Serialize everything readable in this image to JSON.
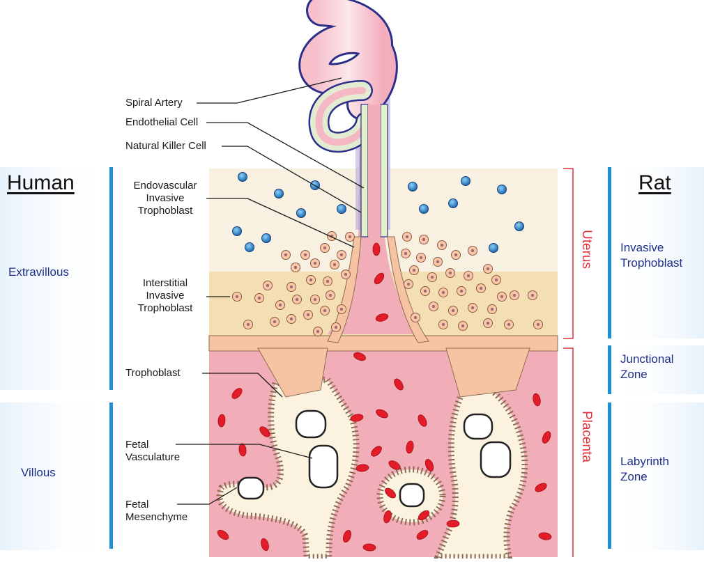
{
  "human": {
    "title": "Human",
    "extravillous": "Extravillous",
    "villous": "Villous"
  },
  "rat": {
    "title": "Rat",
    "invasive_1": "Invasive",
    "invasive_2": "Trophoblast",
    "junctional_1": "Junctional",
    "junctional_2": "Zone",
    "labyrinth_1": "Labyrinth",
    "labyrinth_2": "Zone"
  },
  "zones": {
    "uterus": "Uterus",
    "placenta": "Placenta"
  },
  "labels": {
    "spiral_artery": "Spiral Artery",
    "endothelial_cell": "Endothelial Cell",
    "natural_killer_cell": "Natural Killer Cell",
    "endovascular_1": "Endovascular",
    "endovascular_2": "Invasive",
    "endovascular_3": "Trophoblast",
    "interstitial_1": "Interstitial",
    "interstitial_2": "Invasive",
    "interstitial_3": "Trophoblast",
    "trophoblast": "Trophoblast",
    "fetal_vasc_1": "Fetal",
    "fetal_vasc_2": "Vasculature",
    "fetal_mes_1": "Fetal",
    "fetal_mes_2": "Mesenchyme"
  },
  "colors": {
    "uterus_top": "#f8f1e2",
    "interstitial_band": "#f3dfb3",
    "maternal_blood": "#f1aeb8",
    "villous_core": "#fbf3df",
    "nk_cell": "#2d8fd0",
    "rbc": "#e31c28",
    "trophoblast_cell": "#f6c3a3",
    "artery_outline": "#2b2f8a",
    "accent_blue": "#1f8fd6",
    "accent_red": "#e0303a"
  }
}
